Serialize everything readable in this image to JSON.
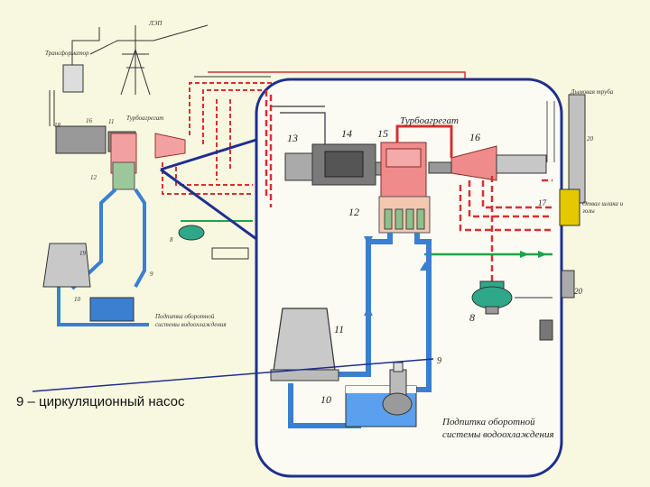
{
  "caption": "9 – циркуляционный насос",
  "small_diagram": {
    "labels": {
      "lep": "ЛЭП",
      "transformer": "Трансформатор",
      "turbounit": "Турбоагрегат",
      "subsidy": "Подпитка оборотной системы водоохлаждения",
      "n18": "18",
      "n19": "19",
      "n11": "11",
      "n12": "12",
      "n8": "8",
      "n9": "9",
      "n10": "10",
      "n16": "16"
    }
  },
  "zoom_diagram": {
    "labels": {
      "turbounit": "Турбоагрегат",
      "subsidy_line1": "Подпитка оборотной",
      "subsidy_line2": "системы водоохлаждения",
      "n13": "13",
      "n14": "14",
      "n15": "15",
      "n16": "16",
      "n12": "12",
      "n11": "11",
      "n10": "10",
      "n9": "9",
      "n8": "8",
      "n20": "20",
      "n17": "17"
    }
  },
  "right_panel": {
    "chimney_label": "Дымовая труба",
    "ash_label": "Отвал шлака и золы",
    "n20": "20"
  },
  "colors": {
    "water": "#3a7fd0",
    "steam": "#d83030",
    "green": "#1aa64a",
    "frame": "#1f2f8f"
  }
}
